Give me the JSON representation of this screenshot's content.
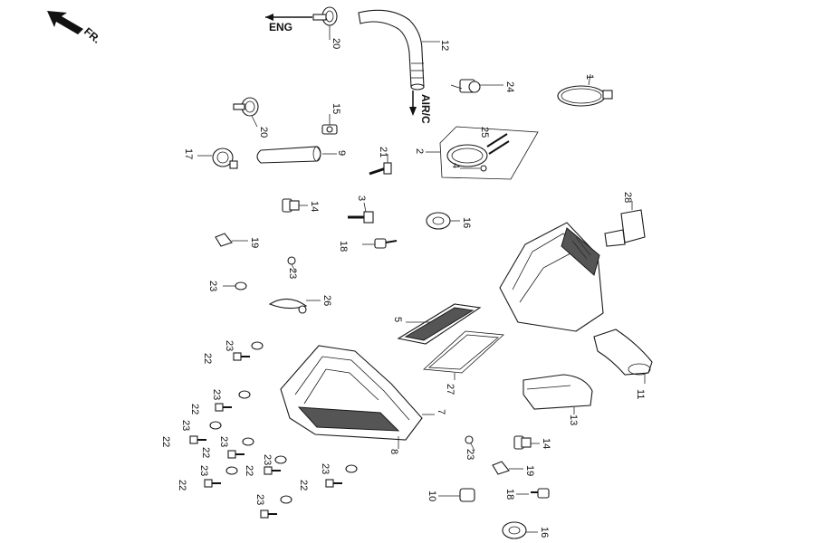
{
  "orientation": {
    "front_label": "FR.",
    "engine_label": "ENG",
    "aircleaner_label": "AIR/C",
    "arrow_icon": "direction-arrow-icon"
  },
  "callouts": {
    "c1": "1",
    "c2": "2",
    "c3": "3",
    "c4": "4",
    "c5": "5",
    "c6": "26",
    "c7": "7",
    "c8": "8",
    "c9": "9",
    "c10": "10",
    "c11": "11",
    "c12": "12",
    "c13": "13",
    "c14a": "14",
    "c14b": "14",
    "c15": "15",
    "c16a": "16",
    "c16b": "16",
    "c17": "17",
    "c18a": "18",
    "c18b": "18",
    "c19a": "19",
    "c19b": "19",
    "c20a": "20",
    "c20b": "20",
    "c21": "21",
    "c22a": "22",
    "c22b": "22",
    "c22c": "22",
    "c22d": "22",
    "c22e": "22",
    "c22f": "22",
    "c22g": "22",
    "c23a": "23",
    "c23b": "23",
    "c23c": "23",
    "c23d": "23",
    "c23e": "23",
    "c23f": "23",
    "c23g": "23",
    "c23h": "23",
    "c23i": "23",
    "c23j": "23",
    "c24": "24",
    "c25": "25",
    "c27": "27",
    "c28": "28"
  },
  "colors": {
    "line": "#1a1a1a",
    "shade": "#555555",
    "paper": "#ffffff"
  }
}
